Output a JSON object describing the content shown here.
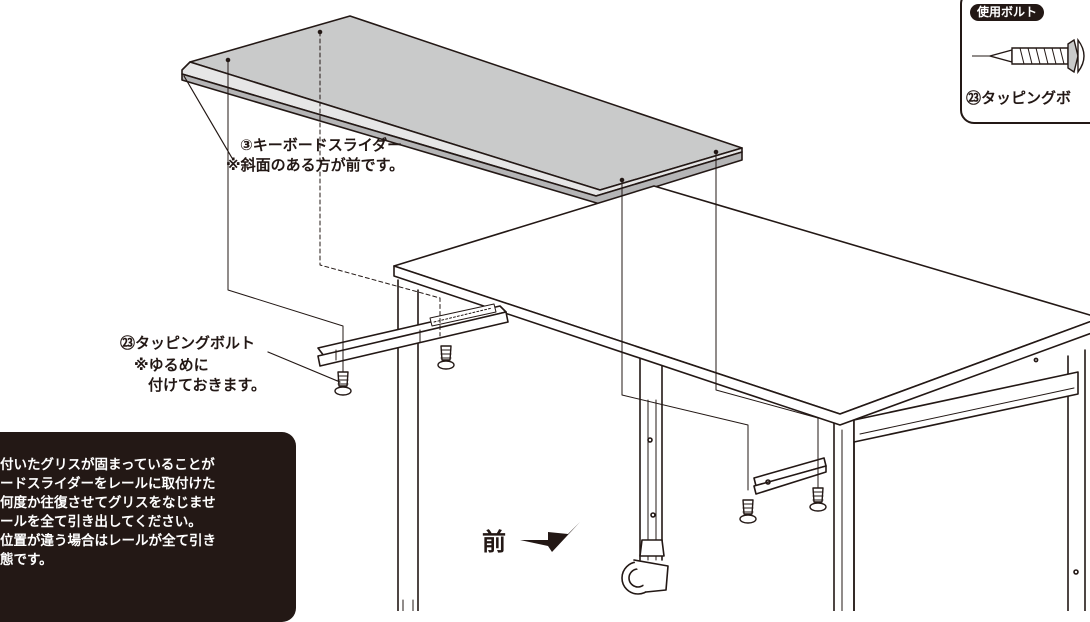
{
  "labels": {
    "keyboard_slider_name": "③キーボードスライダー",
    "keyboard_slider_note": "※斜面のある方が前です。",
    "bolt_name": "㉓タッピングボルト",
    "bolt_note_1": "※ゆるめに",
    "bolt_note_2": "付けておきます。",
    "front": "前"
  },
  "inset": {
    "badge": "使用ボルト",
    "caption": "㉓タッピングボ"
  },
  "notice": {
    "lines": [
      "付いたグリスが固まっていることが",
      "ードスライダーをレールに取付けた",
      "何度か往復させてグリスをなじませ",
      "ールを全て引き出してください。",
      "位置が違う場合はレールが全て引き",
      "態です。"
    ]
  },
  "colors": {
    "ink": "#231815",
    "slider_gray": "#c9caca",
    "slider_edge_gray": "#e6e6e6",
    "white": "#ffffff"
  }
}
